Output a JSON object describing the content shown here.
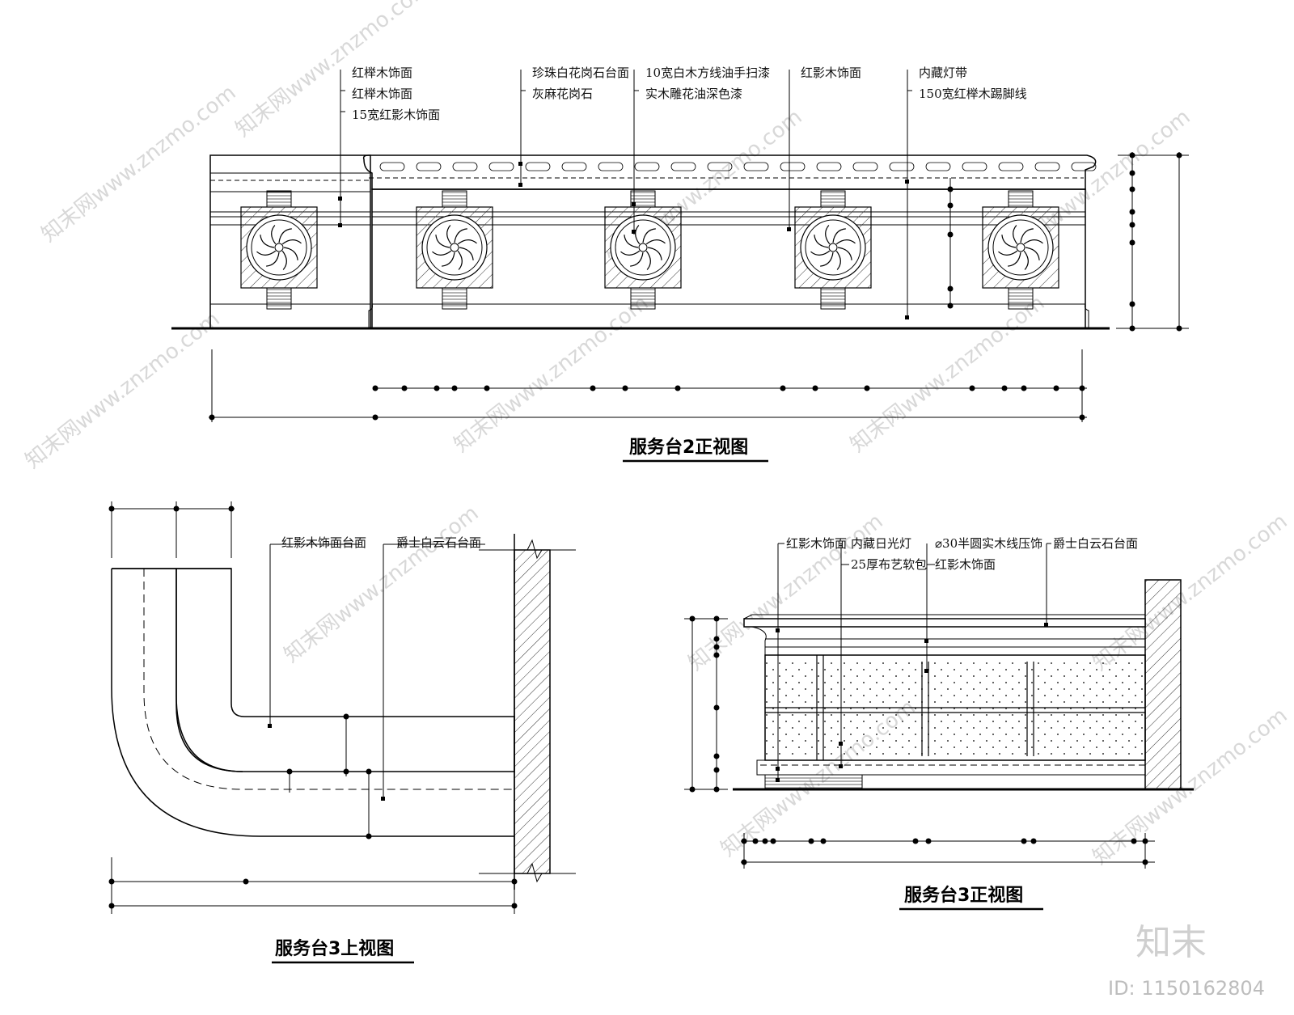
{
  "views": {
    "front2": {
      "title": "服务台2正视图",
      "labels": [
        "红榉木饰面",
        "红榉木饰面",
        "15宽红影木饰面",
        "珍珠白花岗石台面",
        "灰麻花岗石",
        "10宽白木方线油手扫漆",
        "实木雕花油深色漆",
        "红影木饰面",
        "内藏灯带",
        "150宽红榉木踢脚线"
      ]
    },
    "top3": {
      "title": "服务台3上视图",
      "labels": [
        "红影木饰面台面",
        "爵士白云石台面"
      ]
    },
    "front3": {
      "title": "服务台3正视图",
      "labels": [
        "红影木饰面",
        "内藏日光灯",
        "25厚布艺软包",
        "⌀30半圆实木线压饰",
        "红影木饰面",
        "爵士白云石台面"
      ]
    }
  },
  "watermark": {
    "text": "知末网www.znzmo.com",
    "brand": "知末",
    "id_label": "ID: 1150162804"
  }
}
